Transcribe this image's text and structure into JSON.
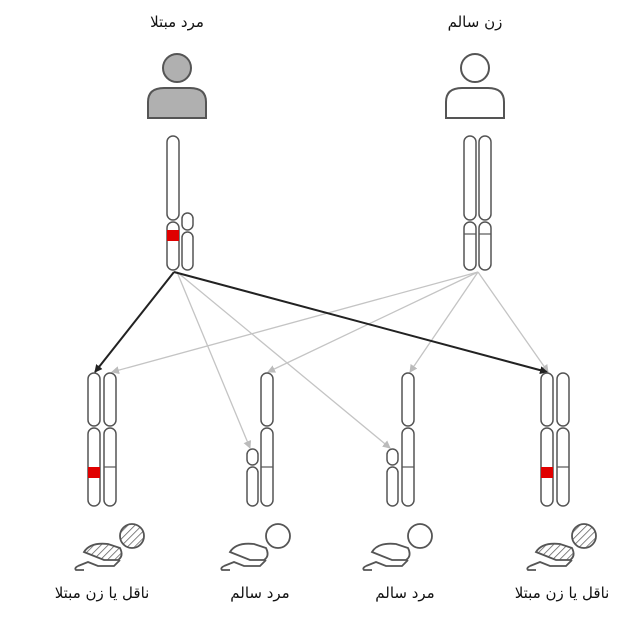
{
  "parents": {
    "father": {
      "label": "مرد مبتلا",
      "icon": "person-filled-icon"
    },
    "mother": {
      "label": "زن سالم",
      "icon": "person-outline-icon"
    }
  },
  "children": [
    {
      "label": "ناقل یا زن مبتلا",
      "icon": "baby-crawling-icon"
    },
    {
      "label": "مرد سالم",
      "icon": "baby-crawling-icon"
    },
    {
      "label": "مرد سالم",
      "icon": "baby-crawling-icon"
    },
    {
      "label": "ناقل یا زن مبتلا",
      "icon": "baby-crawling-icon"
    }
  ],
  "colors": {
    "affected_band": "#e00000",
    "affected_person": "#b0b0b0",
    "outline": "#555555",
    "arrow_dark": "#222222",
    "arrow_light": "#bfbfbf"
  }
}
